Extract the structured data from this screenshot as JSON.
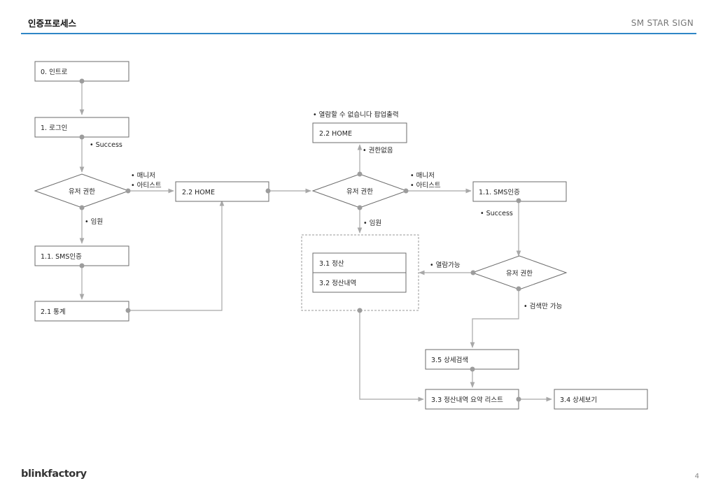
{
  "header": {
    "title": "인증프로세스",
    "right_label": "SM STAR SIGN"
  },
  "footer": {
    "logo": "blinkfactory",
    "page_number": "4"
  },
  "nodes": {
    "intro": "0. 인트로",
    "login": "1. 로그인",
    "auth1": "유저 권한",
    "sms_left": "1.1. SMS인증",
    "stats": "2.1 통계",
    "home_mid": "2.2 HOME",
    "auth2": "유저 권한",
    "home_top": "2.2 HOME",
    "sms_right": "1.1. SMS인증",
    "settle": "3.1 정산",
    "settle_history": "3.2 정산내역",
    "auth3": "유저 권한",
    "detail_search": "3.5 상세검색",
    "summary_list": "3.3 정산내역 요약 리스트",
    "detail_view": "3.4 상세보기"
  },
  "notes": {
    "success_left": "• Success",
    "manager_left": "• 매니저",
    "artist_left": "• 아티스트",
    "exec_left": "• 임원",
    "popup": "• 열람할 수 없습니다 팝업출력",
    "no_permission": "• 권한없음",
    "manager_mid": "• 매니저",
    "artist_mid": "• 아티스트",
    "exec_mid": "• 임원",
    "success_right": "• Success",
    "viewable": "• 열람가능",
    "search_only": "• 검색만 가능"
  }
}
